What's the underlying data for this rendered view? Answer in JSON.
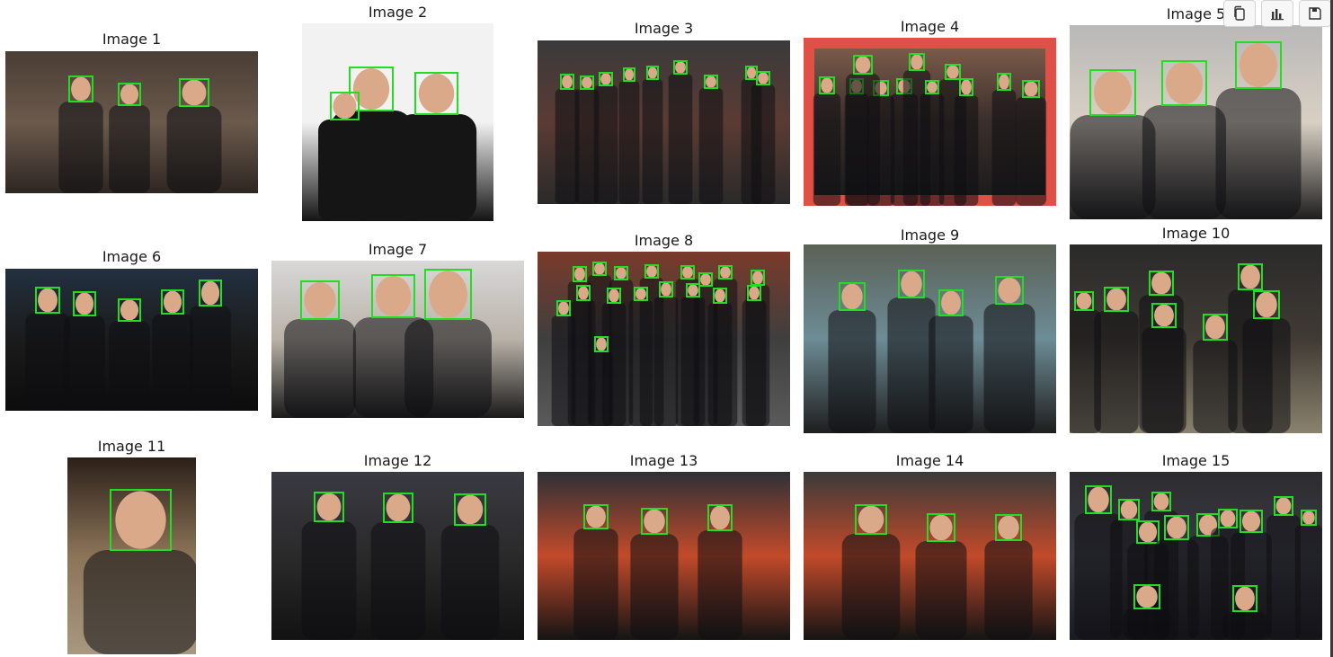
{
  "panels": [
    {
      "title": "Image 1"
    },
    {
      "title": "Image 2"
    },
    {
      "title": "Image 3"
    },
    {
      "title": "Image 4"
    },
    {
      "title": "Image 5"
    },
    {
      "title": "Image 6"
    },
    {
      "title": "Image 7"
    },
    {
      "title": "Image 8"
    },
    {
      "title": "Image 9"
    },
    {
      "title": "Image 10"
    },
    {
      "title": "Image 11"
    },
    {
      "title": "Image 12"
    },
    {
      "title": "Image 13"
    },
    {
      "title": "Image 14"
    },
    {
      "title": "Image 15"
    }
  ],
  "toolbar": {
    "copy_icon": "copy-icon",
    "chart_icon": "bar-chart-icon",
    "save_icon": "save-icon"
  },
  "colors": {
    "face_box": "#22dd22",
    "image4_border": "#e05046"
  }
}
